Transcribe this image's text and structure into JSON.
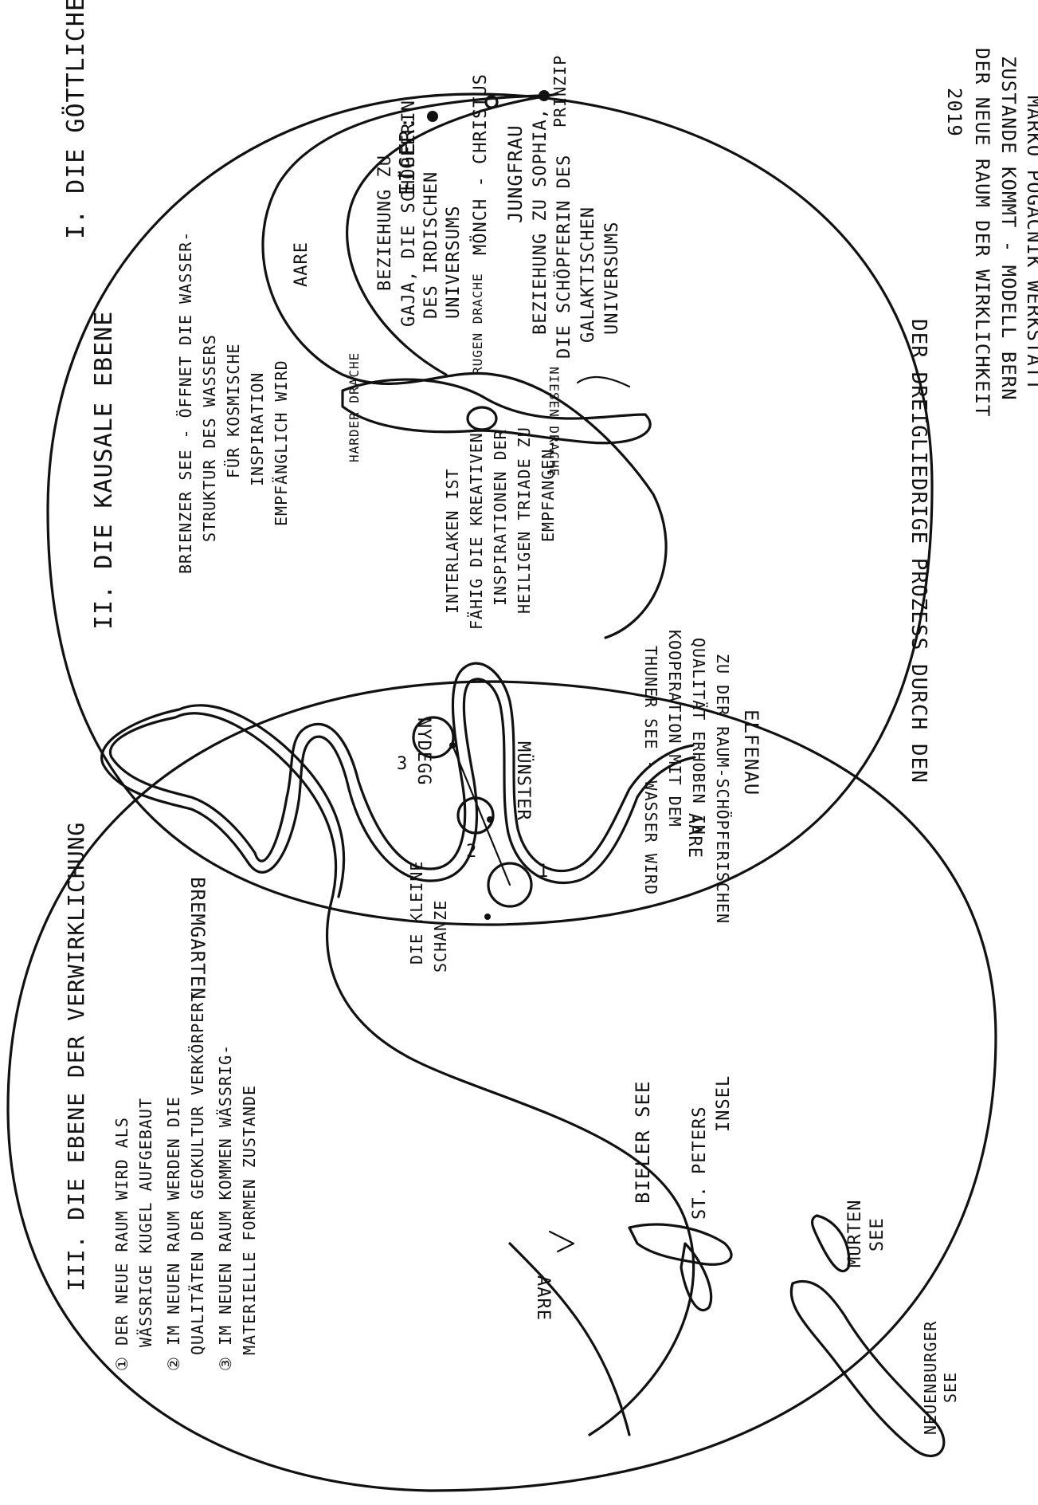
{
  "title": {
    "level1": "I. DIE GÖTTLICHE TRIADE",
    "level2": "II. DIE KAUSALE EBENE",
    "level3": "III. DIE EBENE DER VERWIRKLICHUNG"
  },
  "credit": {
    "line1": "MARKO POGAČNIK WERKSTATT",
    "line2": "ZUSTANDE KOMMT - MODELL BERN",
    "line3": "DER NEUE RAUM DER WIRKLICHKEIT",
    "year": "2019"
  },
  "process": "DER DREIGLIEDRIGE PROZESS DURCH DEN",
  "peaks": {
    "eiger": "EIGER:",
    "eiger_text": [
      "BEZIEHUNG ZU",
      "GAJA, DIE SCHÖPFERIN",
      "DES IRDISCHEN",
      "UNIVERSUMS"
    ],
    "moench": "MÖNCH - CHRISTUS",
    "prinzip": "PRINZIP",
    "jungfrau": "JUNGFRAU",
    "jungfrau_text": [
      "BEZIEHUNG ZU SOPHIA,",
      "DIE SCHÖPFERIN DES",
      "GALAKTISCHEN",
      "UNIVERSUMS"
    ]
  },
  "aare_top": "AARE",
  "brienz": [
    "BRIENZER SEE - ÖFFNET DIE WASSER-",
    "STRUKTUR DES WASSERS",
    "FÜR KOSMISCHE",
    "INSPIRATION",
    "EMPFÄNGLICH WIRD"
  ],
  "dragons": {
    "harder": "HARDER DRACHE",
    "rugen": "RUGEN DRACHE",
    "niesen": "NIESEN DRACHE"
  },
  "interlaken": [
    "INTERLAKEN IST",
    "FÄHIG DIE KREATIVEN",
    "INSPIRATIONEN DER",
    "HEILIGEN TRIADE ZU",
    "EMPFANGEN."
  ],
  "thuner": [
    "ZU DER RAUM-SCHÖPFERISCHEN",
    "QUALITÄT ERHOBEN IN",
    "KOOPERATION MIT DEM",
    "THUNER SEE - WASSER WIRD"
  ],
  "bern": {
    "nydegg": "NYDEGG",
    "muenster": "MÜNSTER",
    "schanze": [
      "DIE KLEINE",
      "SCHANZE"
    ],
    "elfenau": "ELFENAU",
    "aare_mid": "AARE",
    "bremgarten": "BREMGARTEN",
    "n1": "1",
    "n2": "2",
    "n3": "3"
  },
  "level3_items": [
    "① DER NEUE RAUM WIRD ALS",
    "WÄSSRIGE KUGEL AUFGEBAUT",
    "② IM NEUEN RAUM WERDEN DIE",
    "QUALITÄTEN DER GEOKULTUR VERKÖRPERT",
    "③ IM NEUEN RAUM KOMMEN WÄSSRIG-",
    "MATERIELLE FORMEN ZUSTANDE"
  ],
  "lakes": {
    "bieler": "BIELER SEE",
    "stpeters": [
      "ST. PETERS",
      "INSEL"
    ],
    "murten": [
      "MURTEN",
      "SEE"
    ],
    "neuenburger": [
      "NEUENBURGER",
      "SEE"
    ],
    "aare_low": "AARE"
  }
}
